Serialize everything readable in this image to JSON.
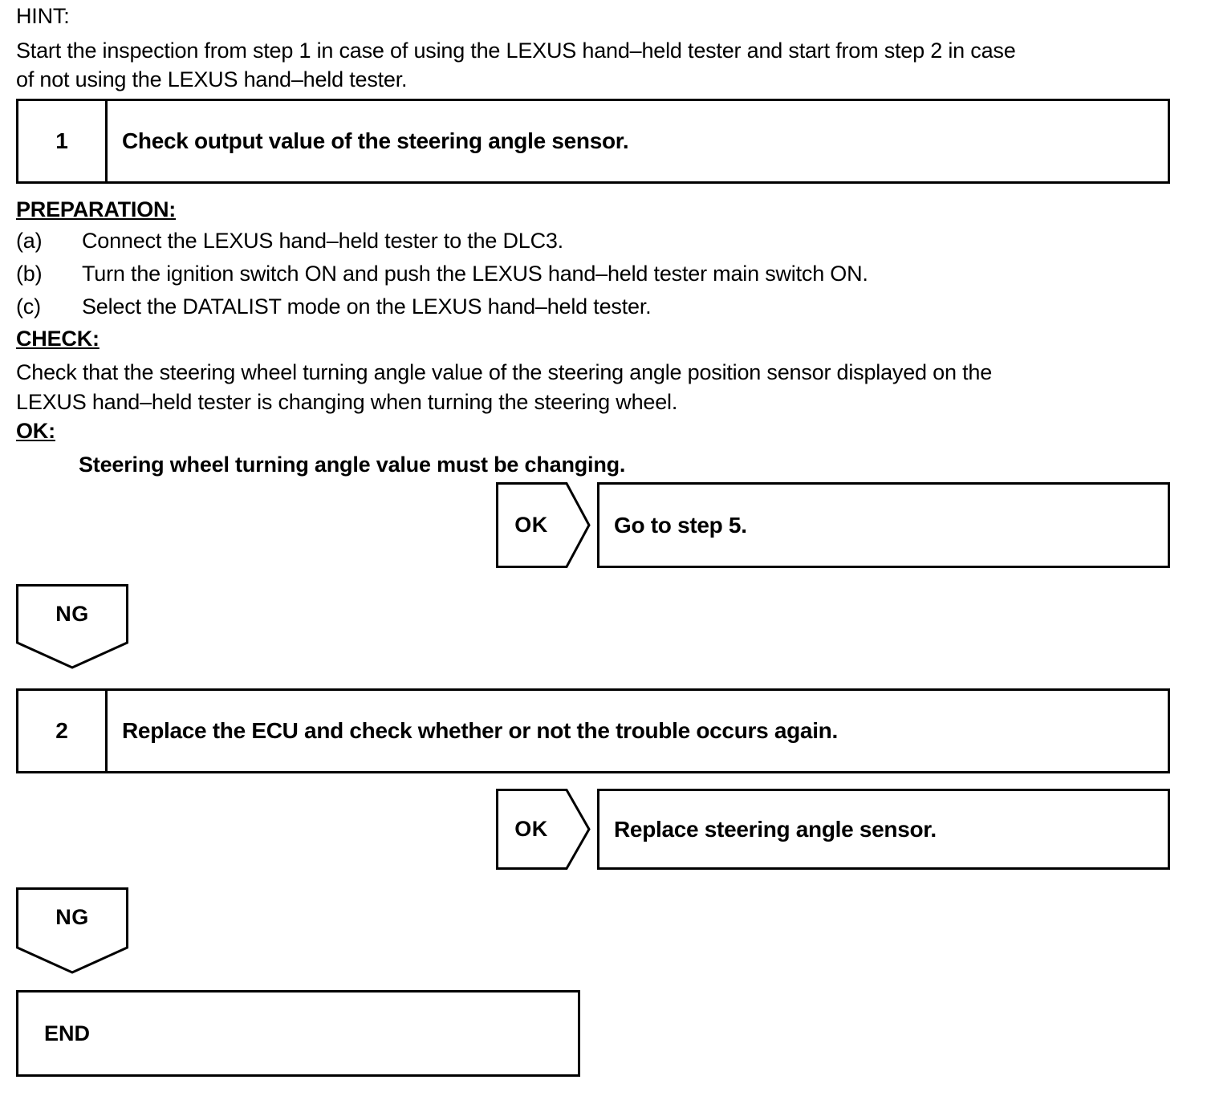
{
  "document": {
    "hint_label": "HINT:",
    "hint_line1": "Start the inspection from step 1 in case of using the LEXUS hand–held tester and start from step 2 in case",
    "hint_line2": "of not using the LEXUS hand–held tester.",
    "preparation_label": "PREPARATION:",
    "preparation_items": [
      {
        "marker": "(a)",
        "text": "Connect the LEXUS hand–held tester to the DLC3."
      },
      {
        "marker": "(b)",
        "text": "Turn the ignition switch ON and push the LEXUS hand–held tester main switch ON."
      },
      {
        "marker": "(c)",
        "text": "Select the DATALIST mode on the LEXUS hand–held tester."
      }
    ],
    "check_label": "CHECK:",
    "check_line1": "Check that the steering wheel turning angle value of the steering angle position sensor displayed on the",
    "check_line2": "LEXUS hand–held tester is changing when turning the steering wheel.",
    "ok_label": "OK:",
    "ok_criteria": "Steering wheel turning angle value must be changing."
  },
  "flow": {
    "step1": {
      "number": "1",
      "title": "Check output value of the steering angle sensor."
    },
    "step1_ok": {
      "branch_label": "OK",
      "result": "Go to step 5."
    },
    "step1_ng": {
      "branch_label": "NG"
    },
    "step2": {
      "number": "2",
      "title": "Replace the ECU and check whether or not the trouble occurs again."
    },
    "step2_ok": {
      "branch_label": "OK",
      "result": "Replace steering angle sensor."
    },
    "step2_ng": {
      "branch_label": "NG"
    },
    "end": {
      "label": "END"
    }
  },
  "colors": {
    "ink": "#000000",
    "paper": "#ffffff"
  }
}
